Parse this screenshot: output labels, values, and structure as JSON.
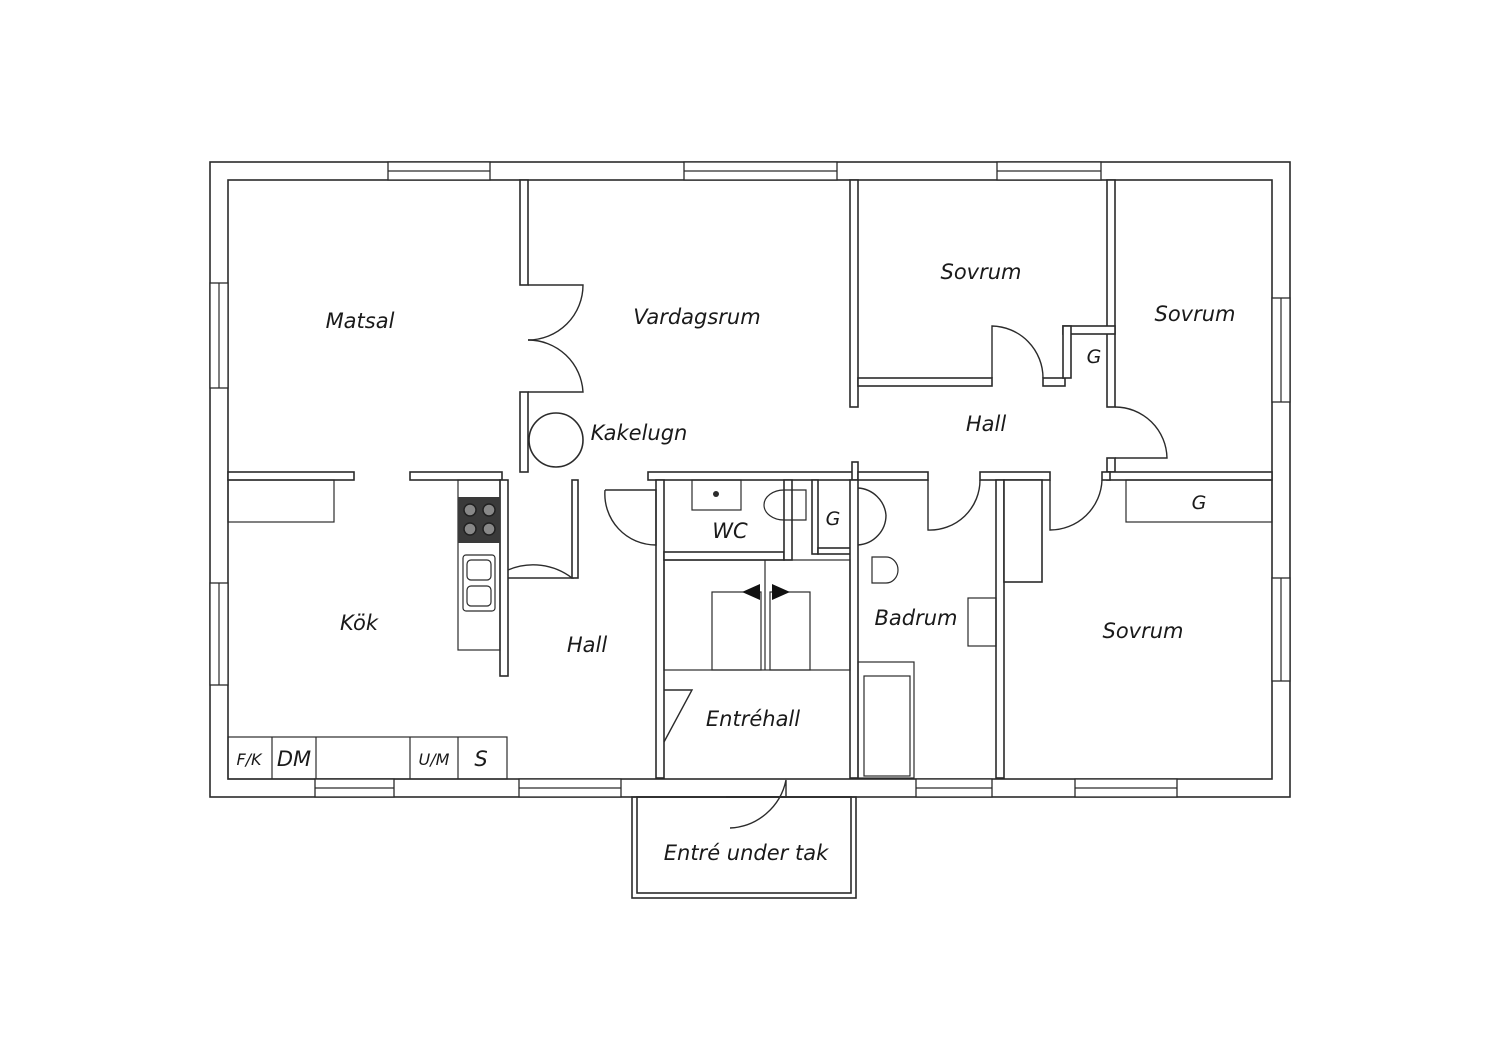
{
  "rooms": {
    "matsal": "Matsal",
    "vardagsrum": "Vardagsrum",
    "kakelugn": "Kakelugn",
    "sovrum_1": "Sovrum",
    "sovrum_2": "Sovrum",
    "sovrum_3": "Sovrum",
    "hall_upper": "Hall",
    "hall_lower": "Hall",
    "kok": "Kök",
    "wc": "WC",
    "badrum": "Badrum",
    "entrehall": "Entréhall",
    "entre_under_tak": "Entré under tak"
  },
  "storage": {
    "g_1": "G",
    "g_2": "G",
    "g_3": "G"
  },
  "appliances": {
    "fk": "F/K",
    "dm": "DM",
    "um": "U/M",
    "s": "S"
  },
  "colors": {
    "wall": "#2b2b2b",
    "background": "#ffffff",
    "stove": "#3a3a3a"
  }
}
